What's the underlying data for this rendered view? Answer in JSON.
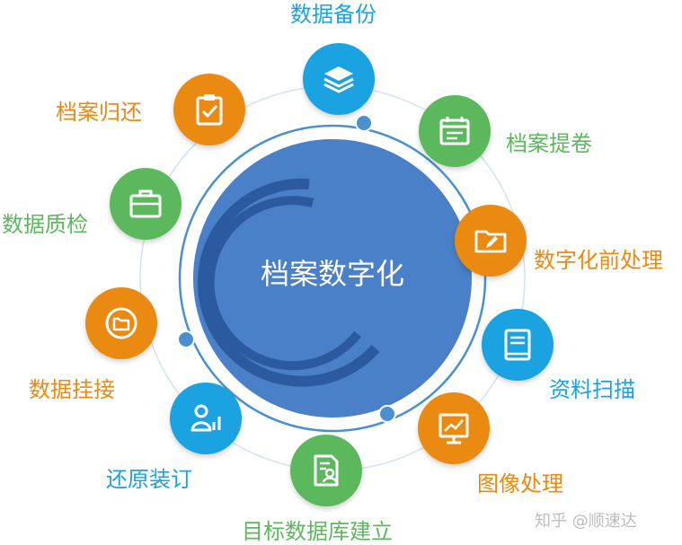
{
  "center": {
    "title": "档案数字化"
  },
  "colors": {
    "blue": "#1aa3e0",
    "green": "#5cb85c",
    "orange": "#ea8a10",
    "core": "#4a80c8",
    "ring": "#4a90d0"
  },
  "nodes": [
    {
      "label": "数据备份",
      "icon": "layers-icon",
      "color": "blue"
    },
    {
      "label": "档案提卷",
      "icon": "calendar-icon",
      "color": "green"
    },
    {
      "label": "数字化前处理",
      "icon": "folder-edit-icon",
      "color": "orange"
    },
    {
      "label": "资料扫描",
      "icon": "book-icon",
      "color": "blue"
    },
    {
      "label": "图像处理",
      "icon": "chart-board-icon",
      "color": "orange"
    },
    {
      "label": "目标数据库建立",
      "icon": "document-user-icon",
      "color": "green"
    },
    {
      "label": "还原装订",
      "icon": "user-chart-icon",
      "color": "blue"
    },
    {
      "label": "数据挂接",
      "icon": "folder-circle-icon",
      "color": "orange"
    },
    {
      "label": "数据质检",
      "icon": "briefcase-icon",
      "color": "green"
    },
    {
      "label": "档案归还",
      "icon": "clipboard-check-icon",
      "color": "orange"
    }
  ],
  "watermark": "知乎 @顺速达"
}
